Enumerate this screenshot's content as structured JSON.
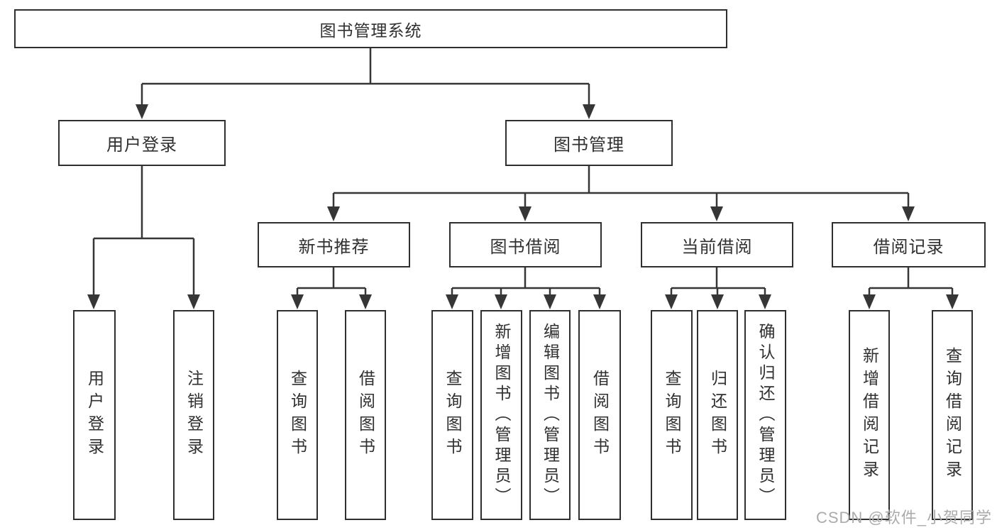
{
  "diagram": {
    "root": {
      "label": "图书管理系统"
    },
    "level2": [
      {
        "id": "user-login",
        "label": "用户登录"
      },
      {
        "id": "book-management",
        "label": "图书管理"
      }
    ],
    "level3": [
      {
        "label": "新书推荐"
      },
      {
        "label": "图书借阅"
      },
      {
        "label": "当前借阅"
      },
      {
        "label": "借阅记录"
      }
    ],
    "leaves": {
      "user_login": [
        {
          "label": "用户登录"
        },
        {
          "label": "注销登录"
        }
      ],
      "new_book": [
        {
          "label": "查询图书"
        },
        {
          "label": "借阅图书"
        }
      ],
      "borrow": [
        {
          "label": "查询图书"
        },
        {
          "label": "新增图书（管理员）"
        },
        {
          "label": "编辑图书（管理员）"
        },
        {
          "label": "借阅图书"
        }
      ],
      "current": [
        {
          "label": "查询图书"
        },
        {
          "label": "归还图书"
        },
        {
          "label": "确认归还（管理员）"
        }
      ],
      "records": [
        {
          "label": "新增借阅记录"
        },
        {
          "label": "查询借阅记录"
        }
      ]
    }
  },
  "watermark": {
    "text": "CSDN @软件_小贺同学"
  },
  "colors": {
    "line": "#363636",
    "box_border": "#2f2f2f",
    "text": "#303030",
    "watermark": "#ababab",
    "background": "#ffffff"
  }
}
